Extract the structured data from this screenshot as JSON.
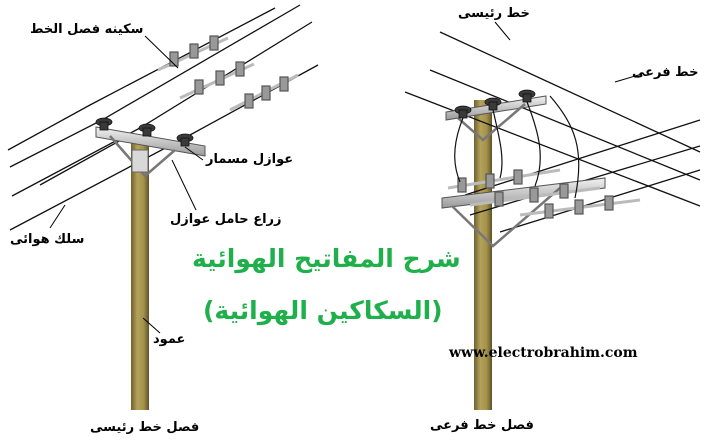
{
  "labels": {
    "disconnect_switch": "سكينه فصل الخط",
    "pin_insulators": "عوازل مسمار",
    "crossarm": "زراع حامل عوازل",
    "overhead_wire": "سلك هوائى",
    "pole": "عمود",
    "main_line_section": "فصل خط رئيسى",
    "main_line": "خط رئيسى",
    "branch_line": "خط فرعى",
    "branch_line_section": "فصل خط فرعى"
  },
  "title": {
    "line1": "شرح المفاتيح الهوائية",
    "line2": "(السكاكين الهوائية)"
  },
  "website": "www.electrobrahim.com",
  "colors": {
    "title_green": "#1fb04b",
    "pole_fill": "#a4924a",
    "pole_dark": "#6e6030",
    "wire": "#111111",
    "hardware": "#cfcfcf"
  }
}
